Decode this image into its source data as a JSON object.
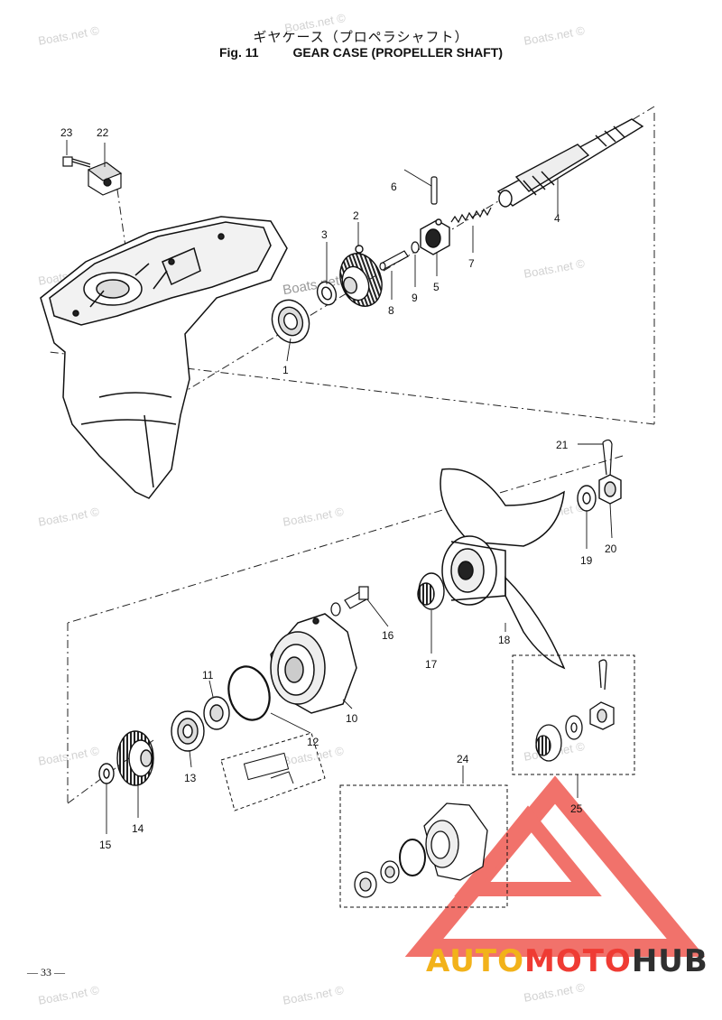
{
  "header": {
    "title_jp": "ギヤケース（プロペラシャフト）",
    "fig_label": "Fig. 11",
    "title_en": "GEAR CASE (PROPELLER SHAFT)"
  },
  "page_number": "— 33 —",
  "watermark_text": "Boats.net ©",
  "watermark_bold": "Boats.net",
  "callouts": {
    "c1": "1",
    "c2": "2",
    "c3": "3",
    "c4": "4",
    "c5": "5",
    "c6": "6",
    "c7": "7",
    "c8": "8",
    "c9": "9",
    "c10": "10",
    "c11": "11",
    "c12": "12",
    "c13": "13",
    "c14": "14",
    "c15": "15",
    "c16": "16",
    "c17": "17",
    "c18": "18",
    "c19": "19",
    "c20": "20",
    "c21": "21",
    "c22": "22",
    "c23": "23",
    "c24": "24",
    "c25": "25"
  },
  "logo": {
    "part_a": "AUTO",
    "part_b": "MOTO",
    "part_c": "HUB",
    "colors": {
      "yellow": "#f2b21a",
      "red": "#ef3b33",
      "dark": "#2f2f2f"
    }
  }
}
